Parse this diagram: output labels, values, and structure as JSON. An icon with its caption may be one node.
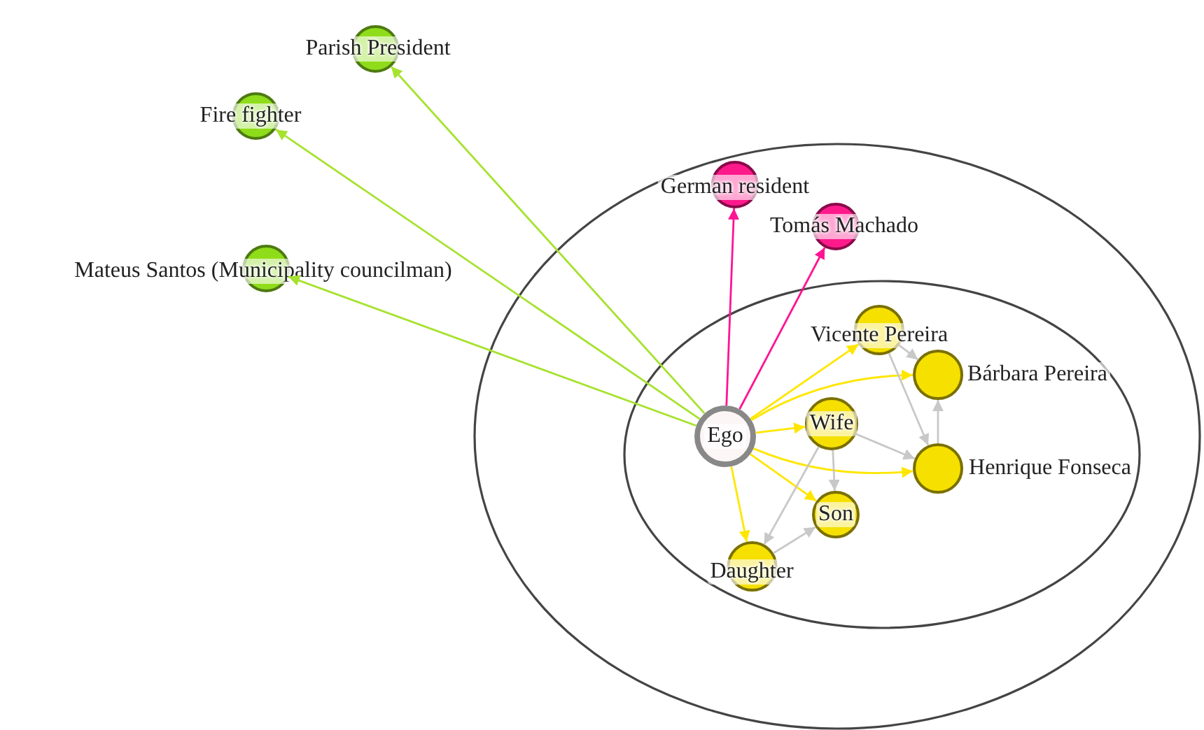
{
  "diagram": {
    "nodes": [
      {
        "text": [
          "Parish President"
        ]
      },
      {
        "text": [
          "Fire fighter"
        ]
      },
      {
        "text": [
          "Mateus Santos (Municipality councilman)"
        ]
      },
      {
        "text": [],
        "shape": "circle"
      },
      {
        "text": [
          "German resident"
        ],
        "in": 3
      },
      {
        "text": [
          "Tomás Machado"
        ],
        "in": 3
      },
      {
        "text": [],
        "shape": "circle",
        "in": 3
      },
      {
        "text": [
          "Vicente Pereira"
        ],
        "in": 6
      },
      {
        "text": [
          "Bárbara Pereira"
        ],
        "in": 6
      },
      {
        "text": [
          "Ego"
        ],
        "in": 6
      },
      {
        "text": [
          "Wife"
        ],
        "in": 6
      },
      {
        "text": [
          "Henrique Fonseca"
        ],
        "in": 6
      },
      {
        "text": [
          "Son"
        ],
        "in": 6
      },
      {
        "text": [
          "Daughter"
        ],
        "in": 6
      }
    ],
    "edges": [
      {
        "from": 9,
        "to": 0,
        "arrow": "to",
        "color": "#a6e22e"
      },
      {
        "from": 9,
        "to": 1,
        "arrow": "to",
        "color": "#a6e22e"
      },
      {
        "from": 9,
        "to": 2,
        "arrow": "to",
        "color": "#a6e22e"
      },
      {
        "from": 9,
        "to": 4,
        "arrow": "to",
        "color": "#ff1493"
      },
      {
        "from": 9,
        "to": 5,
        "arrow": "to",
        "color": "#ff1493"
      },
      {
        "from": 9,
        "to": 7,
        "arrow": "to",
        "color": "#ffe600"
      },
      {
        "from": 9,
        "to": 8,
        "arrow": "to",
        "color": "#ffe600"
      },
      {
        "from": 9,
        "to": 10,
        "arrow": "to",
        "color": "#ffe600"
      },
      {
        "from": 9,
        "to": 11,
        "arrow": "to",
        "color": "#ffe600"
      },
      {
        "from": 9,
        "to": 12,
        "arrow": "to",
        "color": "#ffe600"
      },
      {
        "from": 9,
        "to": 13,
        "arrow": "to",
        "color": "#ffe600"
      },
      {
        "from": 7,
        "to": 8,
        "arrow": "to"
      },
      {
        "from": 7,
        "to": 11,
        "arrow": "to"
      },
      {
        "from": 10,
        "to": 11,
        "arrow": "to"
      },
      {
        "from": 11,
        "to": 8,
        "arrow": "to"
      },
      {
        "from": 10,
        "to": 12,
        "arrow": "to"
      },
      {
        "from": 10,
        "to": 13,
        "arrow": "to"
      },
      {
        "from": 13,
        "to": 12,
        "arrow": "to"
      }
    ]
  }
}
